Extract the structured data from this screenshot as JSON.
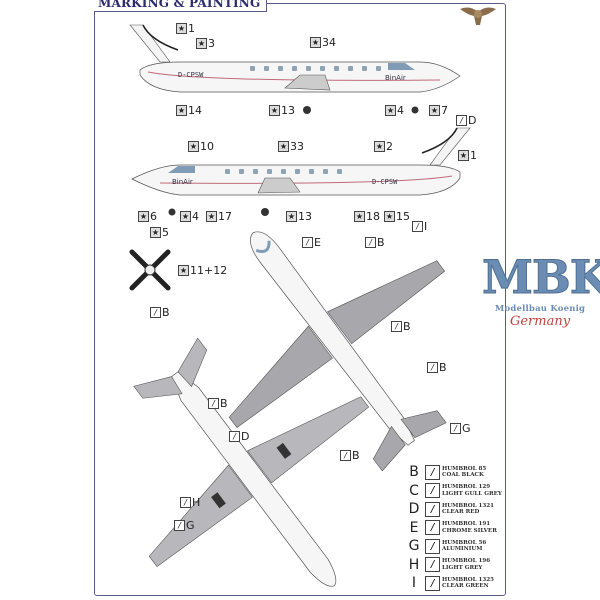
{
  "header": {
    "title": "MARKING & PAINTING"
  },
  "brand": {
    "logo": "MBK",
    "subtitle": "Modellbau Koenig",
    "country": "Germany",
    "mascot": "owl-icon"
  },
  "side_view_left": {
    "registration": "D-CPSW",
    "airline": "BinAir",
    "callouts": [
      {
        "type": "decal",
        "label": "1"
      },
      {
        "type": "decal",
        "label": "3"
      },
      {
        "type": "decal",
        "label": "34"
      },
      {
        "type": "decal",
        "label": "14"
      },
      {
        "type": "decal",
        "label": "13"
      },
      {
        "type": "decal",
        "label": "4"
      },
      {
        "type": "decal",
        "label": "7"
      }
    ]
  },
  "side_view_right": {
    "registration": "D-CPSW",
    "airline": "BinAir",
    "callouts": [
      {
        "type": "paint",
        "label": "D"
      },
      {
        "type": "decal",
        "label": "2"
      },
      {
        "type": "decal",
        "label": "1"
      },
      {
        "type": "decal",
        "label": "10"
      },
      {
        "type": "decal",
        "label": "33"
      },
      {
        "type": "decal",
        "label": "6"
      },
      {
        "type": "decal",
        "label": "4"
      },
      {
        "type": "decal",
        "label": "17"
      },
      {
        "type": "decal",
        "label": "13"
      },
      {
        "type": "decal",
        "label": "18"
      },
      {
        "type": "decal",
        "label": "15"
      }
    ]
  },
  "propeller": {
    "callouts": [
      {
        "type": "decal",
        "label": "5"
      },
      {
        "type": "decal",
        "label": "11+12"
      },
      {
        "type": "paint",
        "label": "B"
      }
    ]
  },
  "top_view": {
    "callouts": [
      {
        "type": "paint",
        "label": "E"
      },
      {
        "type": "paint",
        "label": "B"
      },
      {
        "type": "paint",
        "label": "I"
      },
      {
        "type": "paint",
        "label": "B"
      },
      {
        "type": "paint",
        "label": "B"
      },
      {
        "type": "paint",
        "label": "G"
      }
    ]
  },
  "bottom_view": {
    "callouts": [
      {
        "type": "paint",
        "label": "B"
      },
      {
        "type": "paint",
        "label": "D"
      },
      {
        "type": "paint",
        "label": "B"
      },
      {
        "type": "paint",
        "label": "H"
      },
      {
        "type": "paint",
        "label": "G"
      }
    ]
  },
  "legend": [
    {
      "letter": "B",
      "line1": "HUMBROL 85",
      "line2": "COAL BLACK"
    },
    {
      "letter": "C",
      "line1": "HUMBROL 129",
      "line2": "LIGHT GULL GREY"
    },
    {
      "letter": "D",
      "line1": "HUMBROL 1321",
      "line2": "CLEAR RED"
    },
    {
      "letter": "E",
      "line1": "HUMBROL 191",
      "line2": "CHROME SILVER"
    },
    {
      "letter": "G",
      "line1": "HUMBROL 56",
      "line2": "ALUMINIUM"
    },
    {
      "letter": "H",
      "line1": "HUMBROL 196",
      "line2": "LIGHT GREY"
    },
    {
      "letter": "I",
      "line1": "HUMBROL 1325",
      "line2": "CLEAR GREEN"
    }
  ],
  "colors": {
    "frame": "#5a5a8c",
    "title": "#2b2b6e",
    "logo": "#6b8db3",
    "germany": "#c0443f",
    "wing_grey": "#a8a8ac",
    "window_blue": "#7f9bb5",
    "stripe_red": "#c06a7a"
  }
}
